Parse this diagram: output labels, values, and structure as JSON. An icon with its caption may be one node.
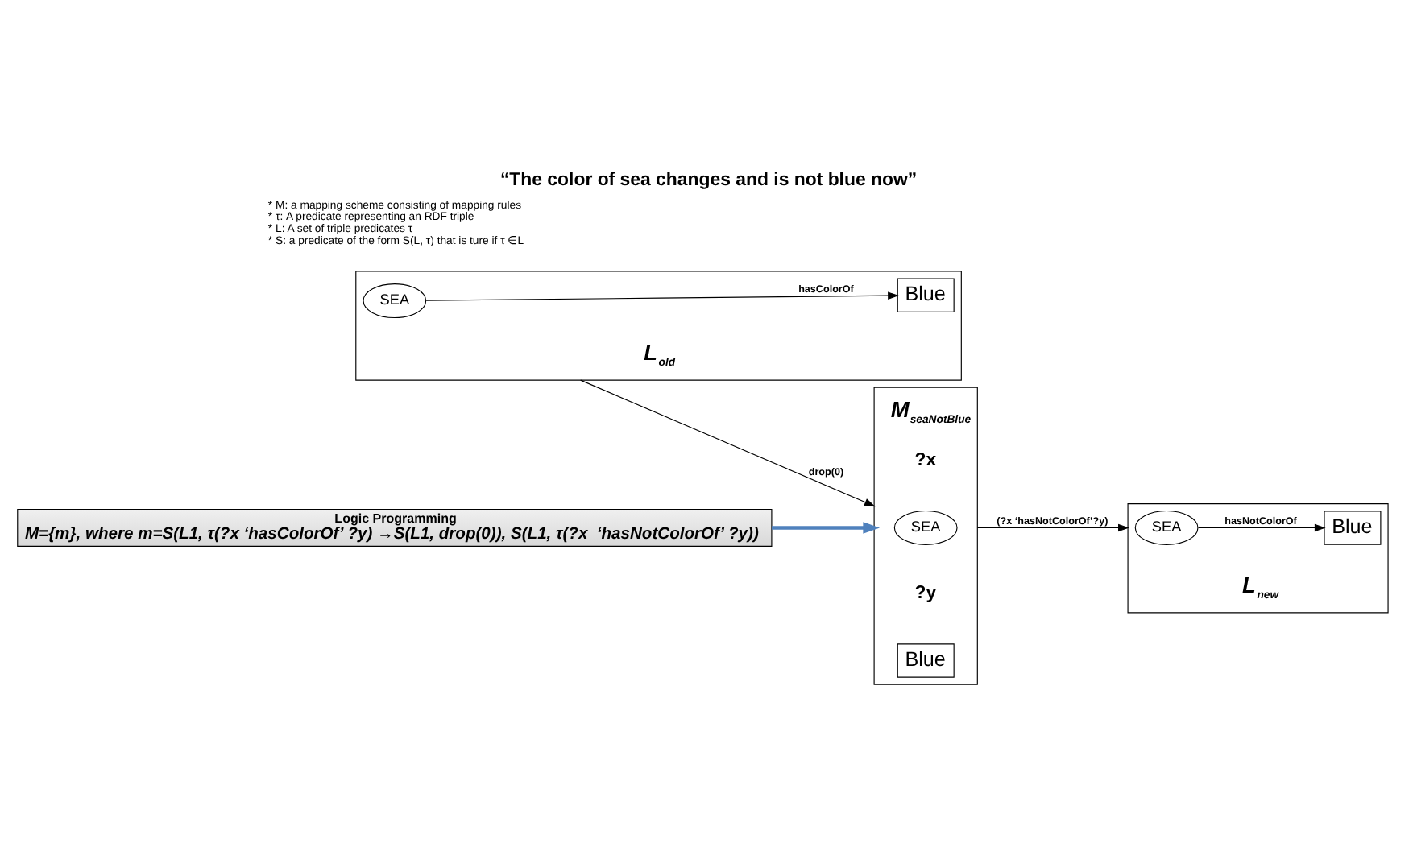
{
  "diagram": {
    "title": "“The color of sea changes and is not blue now”",
    "nodes": [
      {
        "text": [
          "L$_{old}$"
        ]
      },
      {
        "text": [
          "SEA"
        ],
        "in": 0
      },
      {
        "text": [
          "Blue"
        ],
        "in": 0
      },
      {
        "text": [
          "L$_{new}$"
        ]
      },
      {
        "text": [
          "SEA"
        ],
        "in": 3
      },
      {
        "text": [
          "Blue"
        ],
        "in": 3
      },
      {
        "text": [],
        "shape": "box",
        "beside": [
          "M$_{seaNotBlue}$"
        ]
      },
      {
        "text": [
          "SEA"
        ],
        "in": 6,
        "beside": [
          "?x"
        ]
      },
      {
        "text": [
          "Blue"
        ],
        "in": 6,
        "beside": [
          "?y"
        ]
      },
      {
        "text": [
          "Logic Programming",
          "M={m}, where m=S(L1, τ(?x ‘hasColorOf’ ?y) →S(L1, drop(0)), S(L1, τ(?x  ‘hasNotColorOf’ ?y))"
        ]
      }
    ],
    "edges": [
      {
        "from": 1,
        "to": 2,
        "arrow": "to",
        "label": "hasColorOf"
      },
      {
        "from": 4,
        "to": 5,
        "arrow": "to",
        "label": "hasNotColorOf"
      },
      {
        "from": 0,
        "to": 6,
        "arrow": "to",
        "label": "drop(0)"
      },
      {
        "from": 6,
        "to": 3,
        "arrow": "to",
        "label": "(?x ‘hasNotColorOf’?y)"
      },
      {
        "from": 9,
        "to": 6,
        "arrow": "to",
        "style": "thick",
        "color": "#4f81bd"
      }
    ],
    "labels": [
      "* M: a mapping scheme consisting of mapping rules",
      "* τ: A predicate representing an RDF triple",
      "* L: A set of triple predicates τ",
      "* S: a predicate of the form S(L, τ) that is ture if τ ∈L"
    ]
  }
}
